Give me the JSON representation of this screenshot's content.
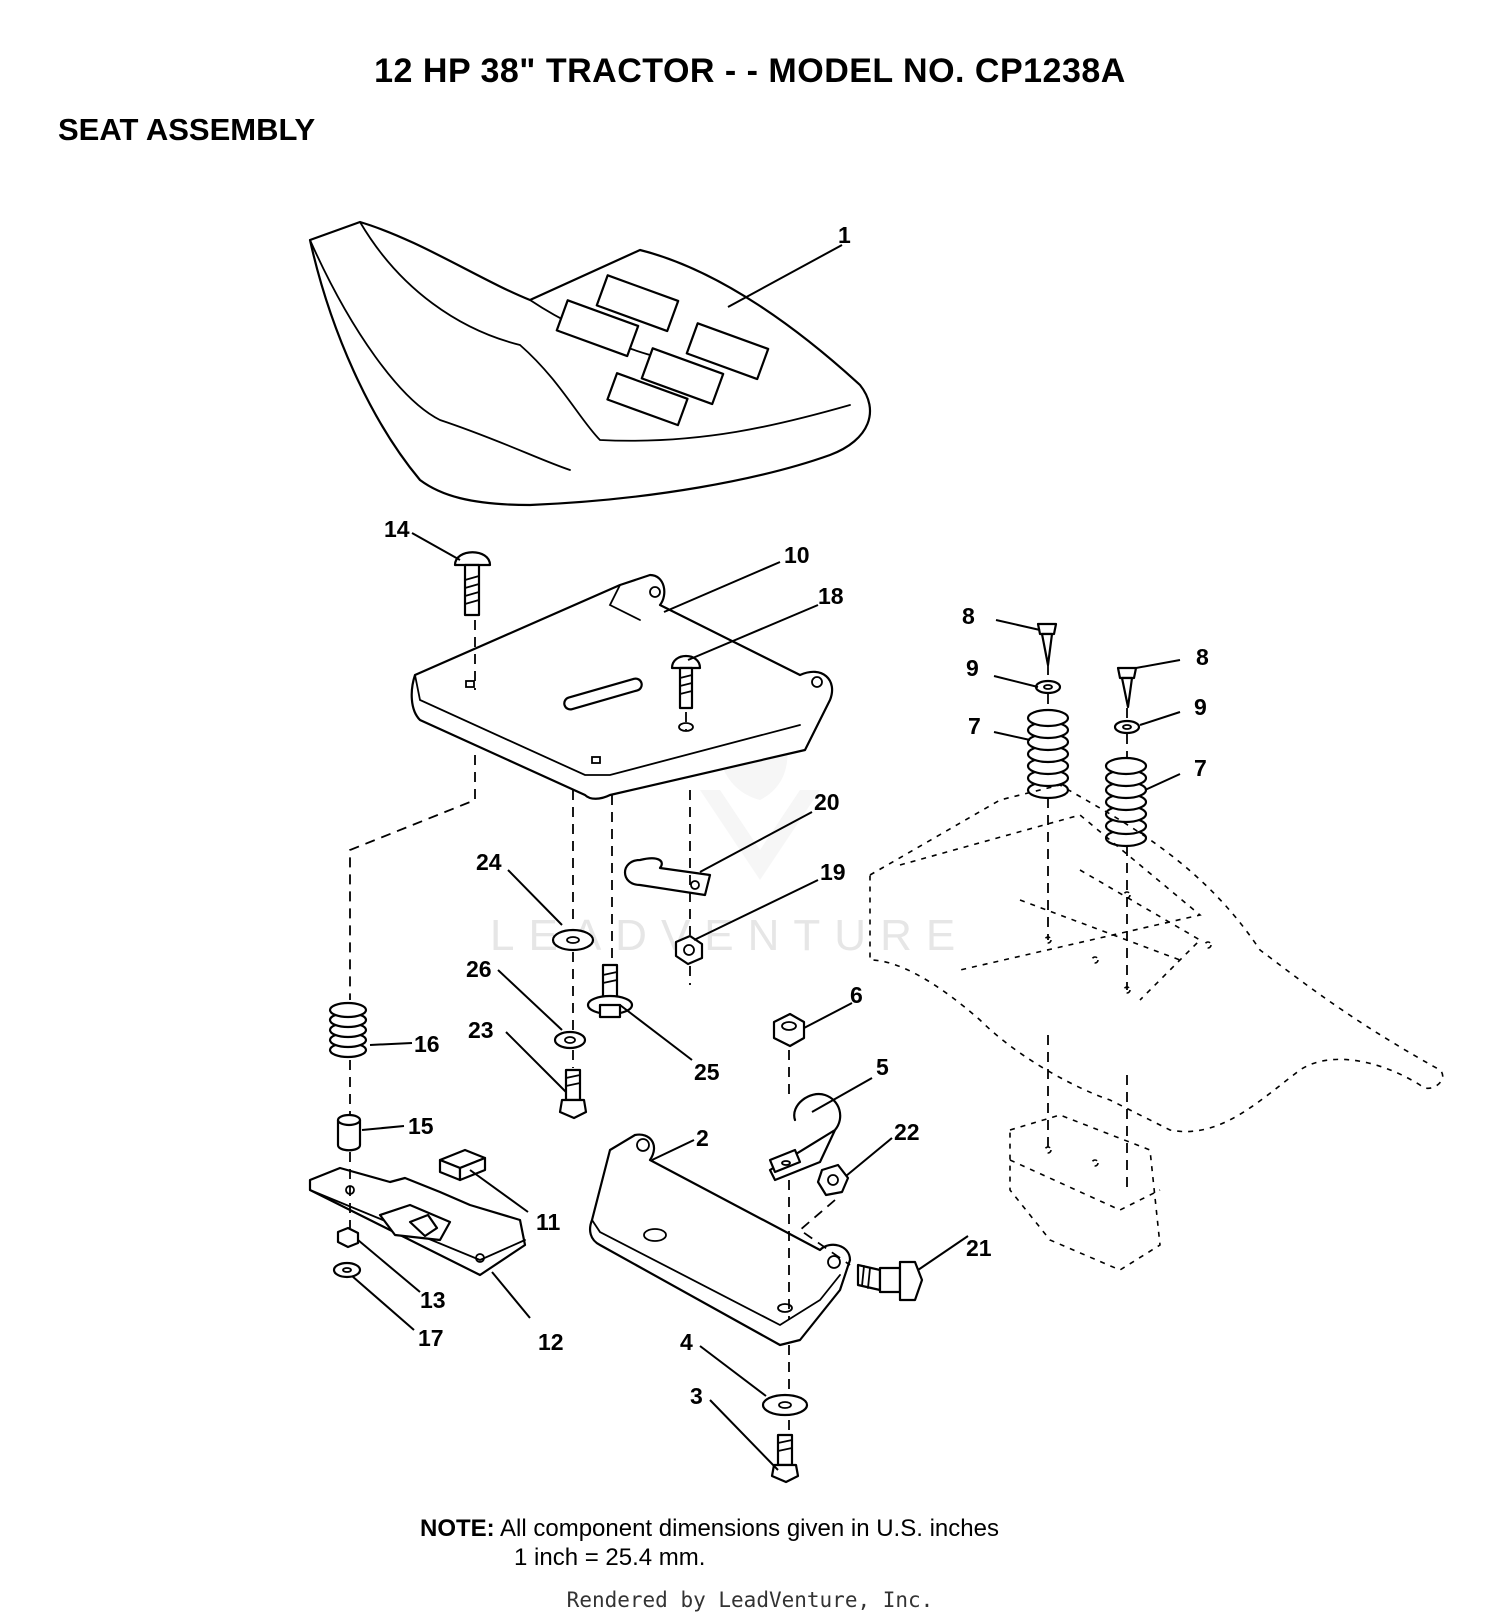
{
  "header": {
    "title": "12 HP 38\" TRACTOR - - MODEL NO. CP1238A",
    "subtitle": "SEAT ASSEMBLY"
  },
  "callouts": [
    "1",
    "2",
    "3",
    "4",
    "5",
    "6",
    "7",
    "7",
    "8",
    "8",
    "9",
    "9",
    "10",
    "11",
    "12",
    "13",
    "14",
    "15",
    "16",
    "17",
    "18",
    "19",
    "20",
    "21",
    "22",
    "23",
    "24",
    "25",
    "26"
  ],
  "watermark": "LEADVENTURE",
  "note": {
    "label": "NOTE:",
    "line1": "All component dimensions given in U.S. inches",
    "line2": "1 inch = 25.4 mm."
  },
  "footer": "Rendered by LeadVenture, Inc."
}
